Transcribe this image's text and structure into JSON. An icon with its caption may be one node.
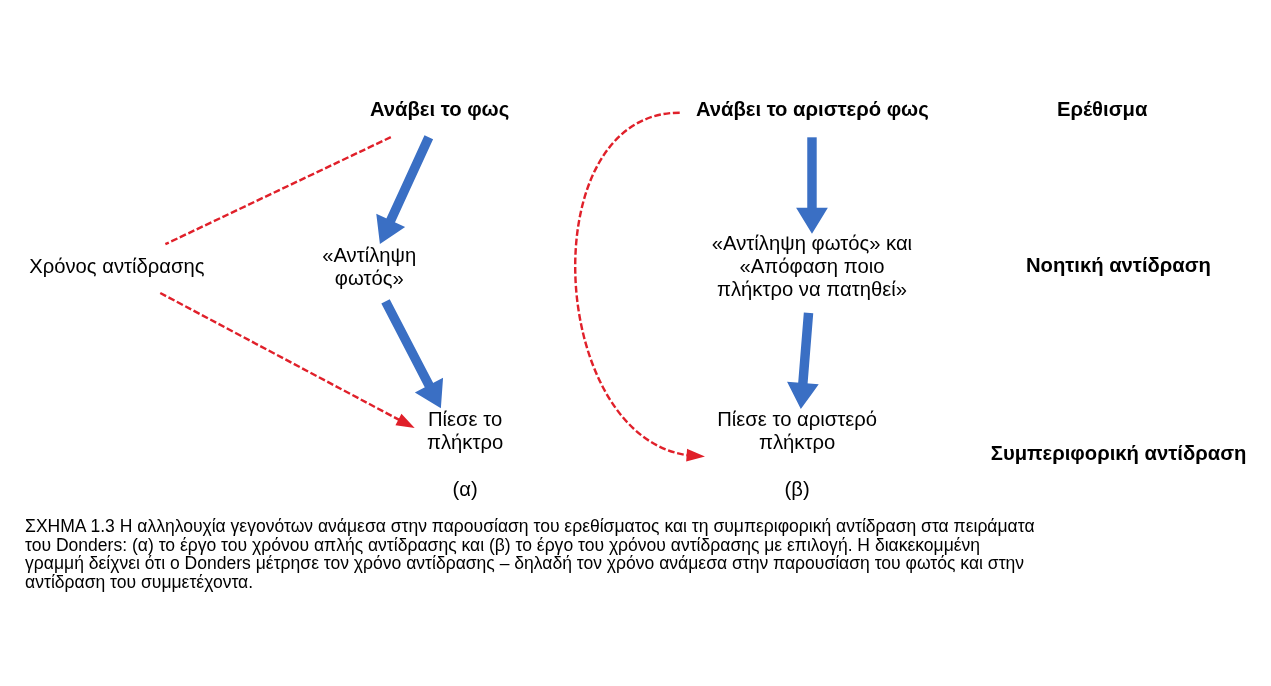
{
  "diagram": {
    "caption": "ΣΧΗΜΑ 1.3 Η αλληλουχία γεγονότων ανάμεσα στην παρουσίαση του ερεθίσματος και τη συμπεριφορική αντίδραση στα πειράματα του Donders: (α) το έργο του χρόνου απλής αντίδρασης και (β) το έργο του χρόνου αντίδρασης με επιλογή. Η διακεκομμένη γραμμή δείχνει ότι ο Donders μέτρησε τον χρόνο αντίδρασης – δηλαδή τον χρόνο ανάμεσα στην παρουσίαση του φωτός και στην αντίδραση του συμμετέχοντα.",
    "nodes": [
      {
        "text": [
          "Ανάβει το φως"
        ]
      },
      {
        "text": [
          "«Αντίληψη φωτός»"
        ]
      },
      {
        "text": [
          "Πίεσε το πλήκτρο"
        ],
        "beside": [
          "(α)"
        ]
      },
      {
        "text": [
          "Χρόνος αντίδρασης"
        ]
      },
      {
        "text": [
          "Ανάβει το αριστερό φως"
        ]
      },
      {
        "text": [
          "«Αντίληψη φωτός» και «Απόφαση ποιο πλήκτρο να πατηθεί»"
        ]
      },
      {
        "text": [
          "Πίεσε το αριστερό πλήκτρο"
        ],
        "beside": [
          "(β)"
        ]
      }
    ],
    "edges": [
      {
        "from": 0,
        "to": 1,
        "arrow": "to"
      },
      {
        "from": 1,
        "to": 2,
        "arrow": "to"
      },
      {
        "from": 0,
        "to": 3,
        "arrow": "none",
        "style": "dashed",
        "color": "#e0202a"
      },
      {
        "from": 3,
        "to": 2,
        "arrow": "to",
        "style": "dashed",
        "color": "#e0202a"
      },
      {
        "from": 4,
        "to": 5,
        "arrow": "to"
      },
      {
        "from": 5,
        "to": 6,
        "arrow": "to"
      },
      {
        "from": 4,
        "to": 6,
        "arrow": "to",
        "style": "dashed",
        "color": "#e0202a"
      }
    ],
    "labels": [
      "Ερέθισμα",
      "Νοητική αντίδραση",
      "Συμπεριφορική αντίδραση"
    ]
  }
}
